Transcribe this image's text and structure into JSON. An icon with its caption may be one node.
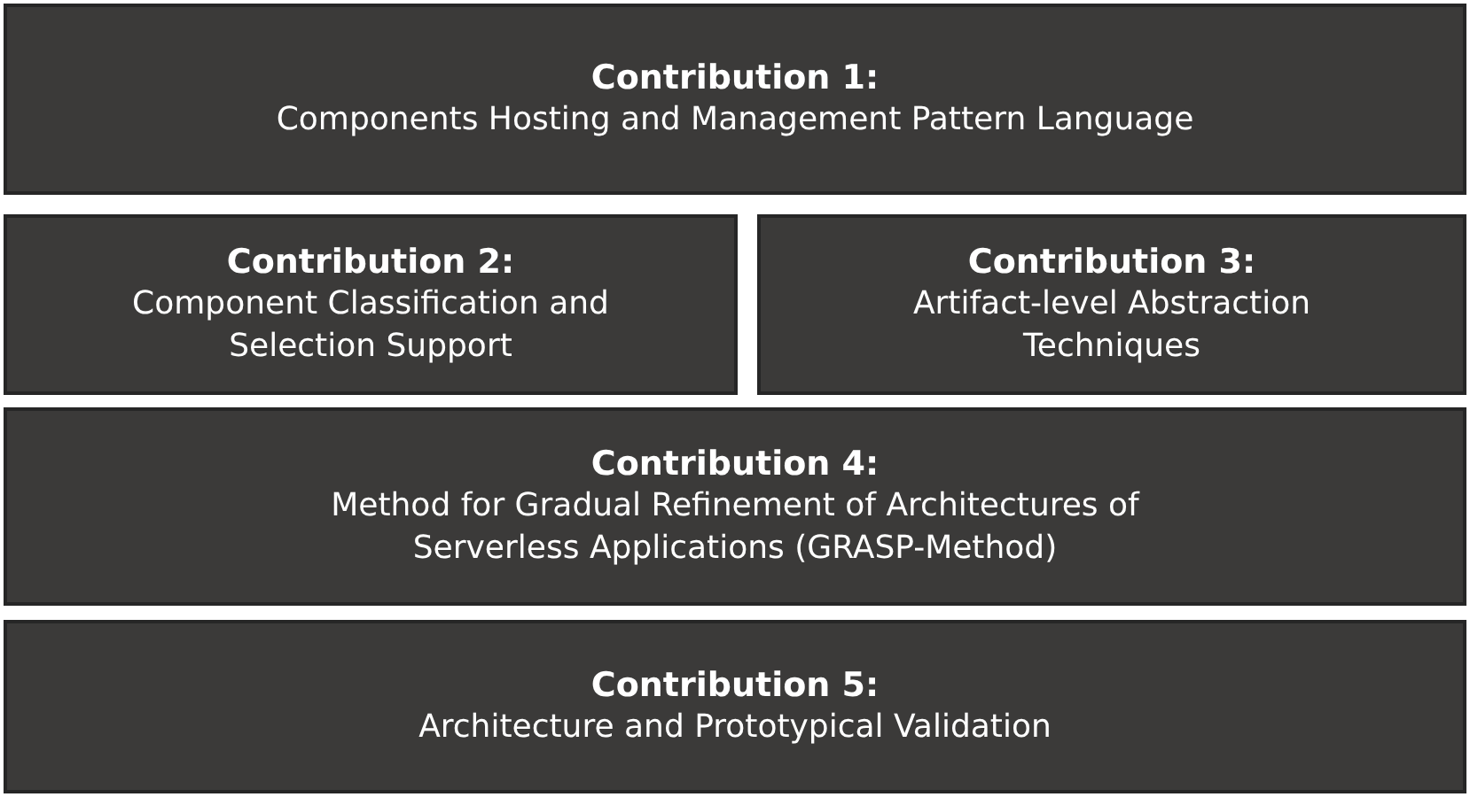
{
  "diagram": {
    "nodes": [
      {
        "text": [
          "Contribution 1:",
          "Components Hosting and Management Pattern Language"
        ]
      },
      {
        "text": [
          "Contribution 2:",
          "Component Classification and Selection Support"
        ]
      },
      {
        "text": [
          "Contribution 3:",
          "Artifact-level Abstraction Techniques"
        ]
      },
      {
        "text": [
          "Contribution 4:",
          "Method for Gradual Refinement of Architectures of Serverless Applications (GRASP-Method)"
        ]
      },
      {
        "text": [
          "Contribution 5:",
          "Architecture and Prototypical Validation"
        ]
      }
    ]
  }
}
